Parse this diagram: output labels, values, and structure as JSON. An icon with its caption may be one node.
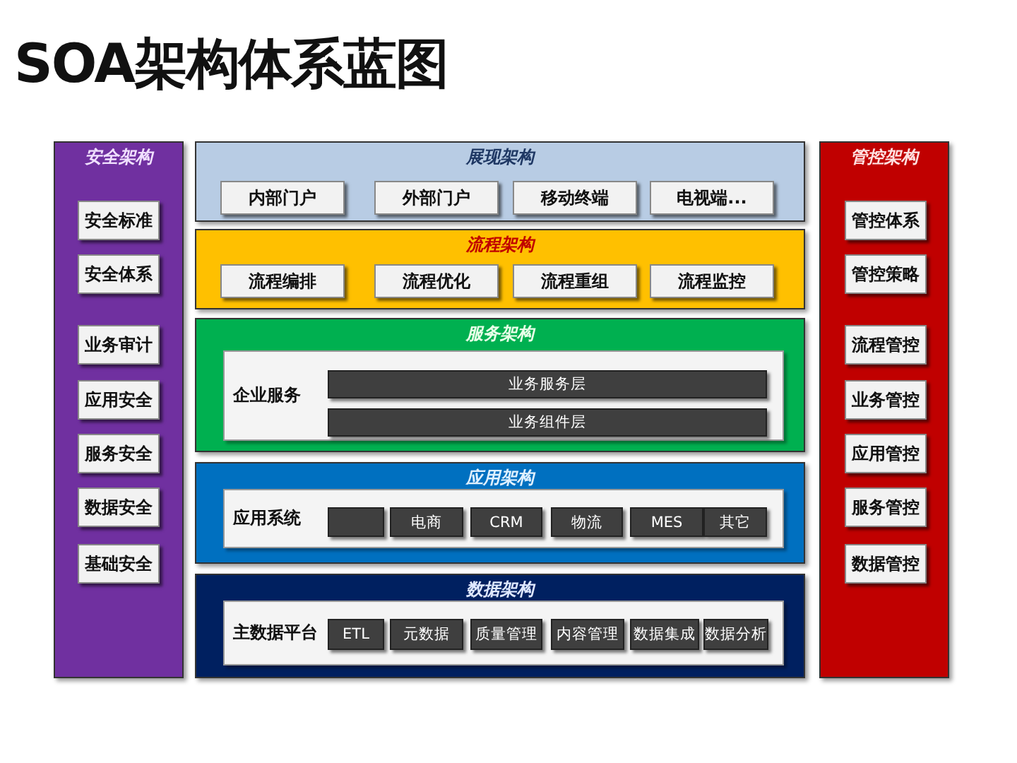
{
  "diagram": {
    "title": "SOA架构体系蓝图",
    "nodes": [
      {
        "text": [
          "安全架构"
        ]
      },
      {
        "text": [
          "安全标准"
        ],
        "in": 0
      },
      {
        "text": [
          "安全体系"
        ],
        "in": 0
      },
      {
        "text": [
          "业务审计"
        ],
        "in": 0
      },
      {
        "text": [
          "应用安全"
        ],
        "in": 0
      },
      {
        "text": [
          "服务安全"
        ],
        "in": 0
      },
      {
        "text": [
          "数据安全"
        ],
        "in": 0
      },
      {
        "text": [
          "基础安全"
        ],
        "in": 0
      },
      {
        "text": [
          "展现架构"
        ]
      },
      {
        "text": [
          "内部门户"
        ],
        "in": 8
      },
      {
        "text": [
          "外部门户"
        ],
        "in": 8
      },
      {
        "text": [
          "移动终端"
        ],
        "in": 8
      },
      {
        "text": [
          "电视端..."
        ],
        "in": 8
      },
      {
        "text": [
          "流程架构"
        ]
      },
      {
        "text": [
          "流程编排"
        ],
        "in": 13
      },
      {
        "text": [
          "流程优化"
        ],
        "in": 13
      },
      {
        "text": [
          "流程重组"
        ],
        "in": 13
      },
      {
        "text": [
          "流程监控"
        ],
        "in": 13
      },
      {
        "text": [
          "服务架构"
        ]
      },
      {
        "text": [
          "企业服务"
        ],
        "in": 18
      },
      {
        "text": [
          "业务服务层"
        ],
        "in": 19
      },
      {
        "text": [
          "业务组件层"
        ],
        "in": 19
      },
      {
        "text": [
          "应用架构"
        ]
      },
      {
        "text": [
          "应用系统"
        ],
        "in": 22
      },
      {
        "text": [],
        "shape": "box",
        "in": 23
      },
      {
        "text": [
          "电商"
        ],
        "in": 23
      },
      {
        "text": [
          "CRM"
        ],
        "in": 23
      },
      {
        "text": [
          "物流"
        ],
        "in": 23
      },
      {
        "text": [
          "MES"
        ],
        "in": 23
      },
      {
        "text": [
          "其它"
        ],
        "in": 23
      },
      {
        "text": [
          "数据架构"
        ]
      },
      {
        "text": [
          "主数据平台"
        ],
        "in": 30
      },
      {
        "text": [
          "ETL"
        ],
        "in": 31
      },
      {
        "text": [
          "元数据"
        ],
        "in": 31
      },
      {
        "text": [
          "质量管理"
        ],
        "in": 31
      },
      {
        "text": [
          "内容管理"
        ],
        "in": 31
      },
      {
        "text": [
          "数据集成"
        ],
        "in": 31
      },
      {
        "text": [
          "数据分析"
        ],
        "in": 31
      },
      {
        "text": [
          "管控架构"
        ]
      },
      {
        "text": [
          "管控体系"
        ],
        "in": 38
      },
      {
        "text": [
          "管控策略"
        ],
        "in": 38
      },
      {
        "text": [
          "流程管控"
        ],
        "in": 38
      },
      {
        "text": [
          "业务管控"
        ],
        "in": 38
      },
      {
        "text": [
          "应用管控"
        ],
        "in": 38
      },
      {
        "text": [
          "服务管控"
        ],
        "in": 38
      },
      {
        "text": [
          "数据管控"
        ],
        "in": 38
      }
    ]
  }
}
